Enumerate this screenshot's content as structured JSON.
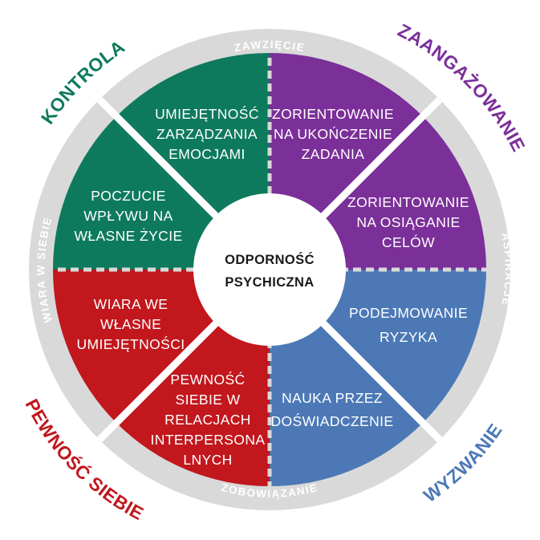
{
  "center": {
    "line1": "ODPORNOŚĆ",
    "line2": "PSYCHICZNA"
  },
  "ring": {
    "top": "ZAWZIĘCIE",
    "right": "ASPIRACJE",
    "bottom": "ZOBOWIĄZANIE",
    "left": "WIARA W SIEBIE"
  },
  "quadrants": {
    "kontrola": {
      "label": "KONTROLA",
      "color": "#0e7a5d"
    },
    "zaangazowanie": {
      "label": "ZAANGAŻOWANIE",
      "color": "#7b2f99"
    },
    "wyzwanie": {
      "label": "WYZWANIE",
      "color": "#4c79b6"
    },
    "pewnosc": {
      "label": "PEWNOŚĆ SIEBIE",
      "color": "#c1171d"
    }
  },
  "segments": {
    "umiejetnosc": {
      "line1": "UMIEJĘTNOŚĆ",
      "line2": "ZARZĄDZANIA",
      "line3": "EMOCJAMI"
    },
    "poczucie": {
      "line1": "POCZUCIE",
      "line2": "WPŁYWU NA",
      "line3": "WŁASNE ŻYCIE"
    },
    "ukonczenie": {
      "line1": "ZORIENTOWANIE",
      "line2": "NA UKOŃCZENIE",
      "line3": "ZADANIA"
    },
    "osiaganie": {
      "line1": "ZORIENTOWANIE",
      "line2": "NA OSIĄGANIE",
      "line3": "CELÓW"
    },
    "ryzyko": {
      "line1": "PODEJMOWANIE",
      "line2": "RYZYKA"
    },
    "nauka": {
      "line1": "NAUKA PRZEZ",
      "line2": "DOŚWIADCZENIE"
    },
    "wiara": {
      "line1": "WIARA WE",
      "line2": "WŁASNE",
      "line3": "UMIEJĘTNOŚCI"
    },
    "pewnosc_rel": {
      "line1": "PEWNOŚĆ",
      "line2": "SIEBIE W",
      "line3": "RELACJACH",
      "line4": "INTERPERSONA",
      "line5": "LNYCH"
    }
  }
}
